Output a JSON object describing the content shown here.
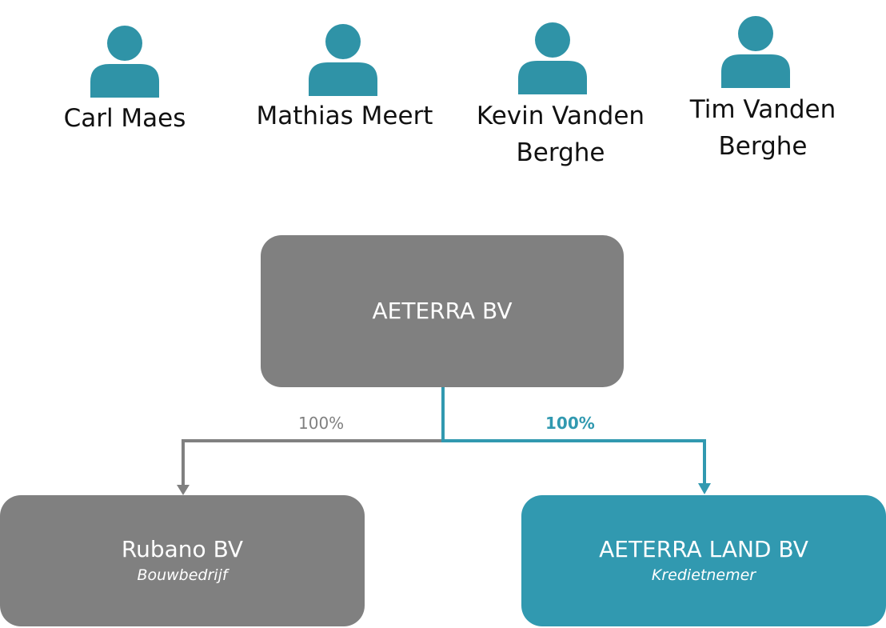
{
  "colors": {
    "accent": "#3199b0",
    "icon": "#2f93a7",
    "gray_box": "#808080",
    "gray_line": "#808080",
    "text_dark": "#111111",
    "text_light": "#ffffff"
  },
  "shareholders": [
    {
      "name_line1": "Carl Maes",
      "name_line2": "",
      "icon": "person-icon"
    },
    {
      "name_line1": "Mathias Meert",
      "name_line2": "",
      "icon": "person-icon"
    },
    {
      "name_line1": "Kevin Vanden",
      "name_line2": "Berghe",
      "icon": "person-icon"
    },
    {
      "name_line1": "Tim Vanden",
      "name_line2": "Berghe",
      "icon": "person-icon"
    }
  ],
  "parent": {
    "title": "AETERRA BV"
  },
  "subsidiaries": [
    {
      "title": "Rubano BV",
      "subtitle": "Bouwbedrijf",
      "ownership": "100%"
    },
    {
      "title": "AETERRA LAND BV",
      "subtitle": "Kredietnemer",
      "ownership": "100%"
    }
  ]
}
